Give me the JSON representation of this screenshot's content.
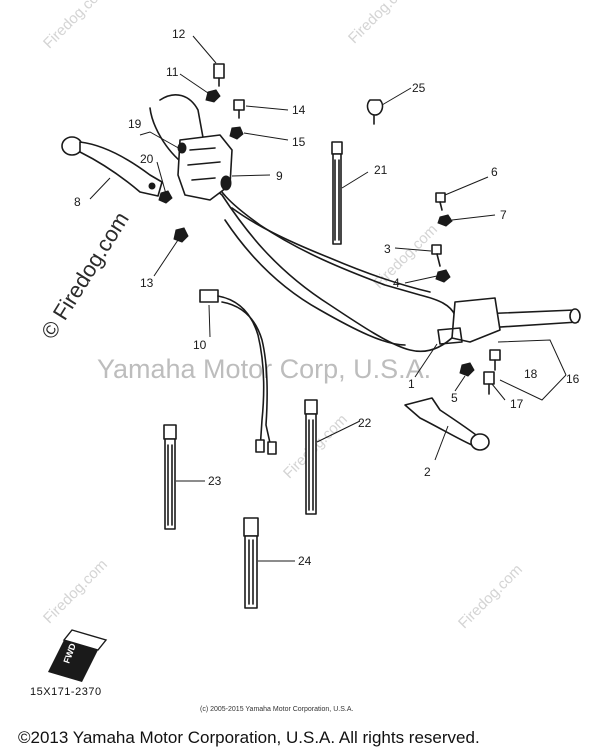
{
  "callouts": {
    "c1": "1",
    "c2": "2",
    "c3": "3",
    "c4": "4",
    "c5": "5",
    "c6": "6",
    "c7": "7",
    "c8": "8",
    "c9": "9",
    "c10": "10",
    "c11": "11",
    "c12": "12",
    "c13": "13",
    "c14": "14",
    "c15": "15",
    "c16": "16",
    "c17": "17",
    "c18": "18",
    "c19": "19",
    "c20": "20",
    "c21": "21",
    "c22": "22",
    "c23": "23",
    "c24": "24",
    "c25": "25"
  },
  "watermarks": {
    "firedog": "© Firedog.com",
    "site": "Firedog.com",
    "center": "Yamaha Motor Corp, U.S.A."
  },
  "fwd_label": "FWD",
  "drawing_number": "15X171-2370",
  "footer": {
    "small": "(c) 2005-2015 Yamaha Motor Corporation, U.S.A.",
    "main": "©2013 Yamaha Motor Corporation, U.S.A. All rights reserved."
  }
}
